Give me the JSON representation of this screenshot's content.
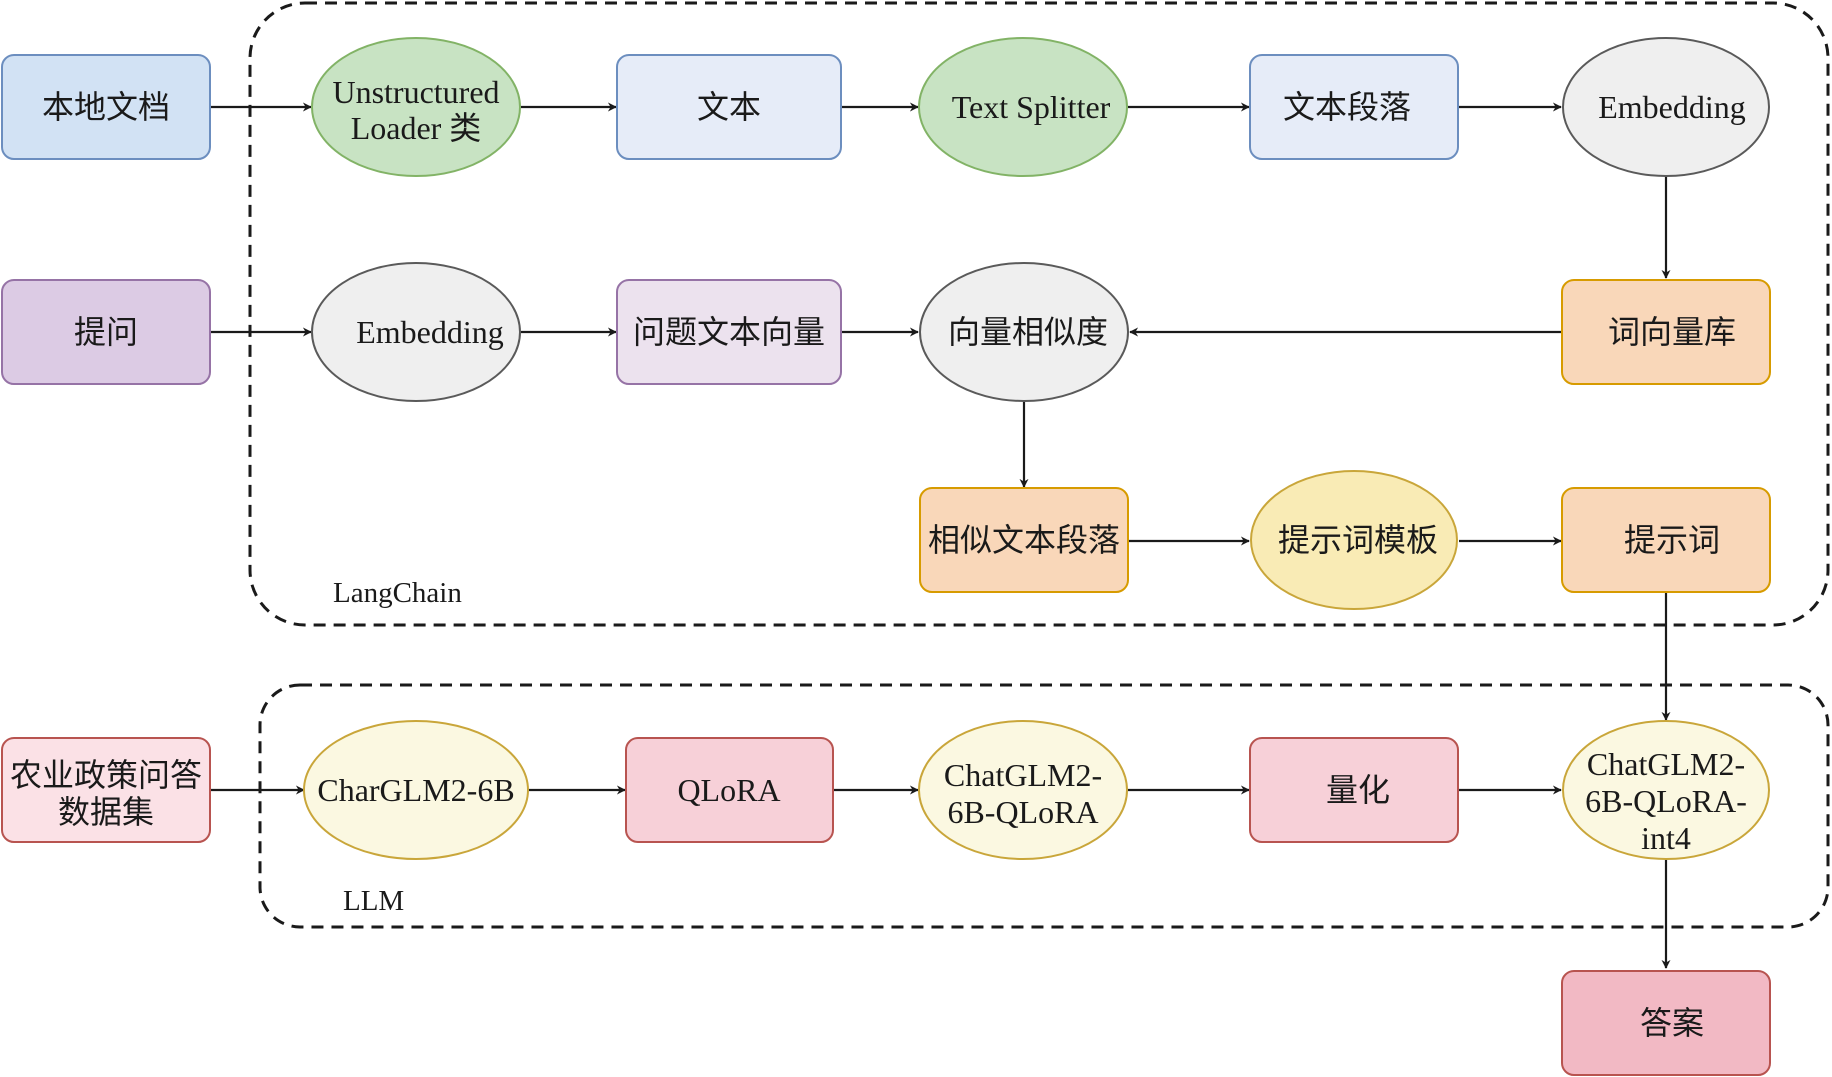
{
  "groups": {
    "langchain": {
      "label": "LangChain"
    },
    "llm": {
      "label": "LLM"
    }
  },
  "nodes": {
    "local_docs": {
      "label": "本地文档"
    },
    "unstructured_loader": {
      "line1": "Unstructured",
      "line2": "Loader 类"
    },
    "text": {
      "label": "文本"
    },
    "text_splitter": {
      "label": "Text Splitter"
    },
    "text_paragraphs": {
      "label": "文本段落"
    },
    "embedding_top": {
      "label": "Embedding"
    },
    "question": {
      "label": "提问"
    },
    "embedding_mid": {
      "label": "Embedding"
    },
    "question_vector": {
      "label": "问题文本向量"
    },
    "vector_similarity": {
      "label": "向量相似度"
    },
    "vector_store": {
      "label": "词向量库"
    },
    "similar_paragraphs": {
      "label": "相似文本段落"
    },
    "prompt_template": {
      "label": "提示词模板"
    },
    "prompt": {
      "label": "提示词"
    },
    "dataset": {
      "line1": "农业政策问答",
      "line2": "数据集"
    },
    "charglm": {
      "label": "CharGLM2-6B"
    },
    "qlora": {
      "label": "QLoRA"
    },
    "chatglm_qlora": {
      "line1": "ChatGLM2-",
      "line2": "6B-QLoRA"
    },
    "quantization": {
      "label": "量化"
    },
    "chatglm_int4": {
      "line1": "ChatGLM2-",
      "line2": "6B-QLoRA-",
      "line3": "int4"
    },
    "answer": {
      "label": "答案"
    }
  },
  "colors": {
    "blue_fill": "#d2e2f4",
    "blue_stroke": "#6c8ebf",
    "light_blue_fill": "#e6ecf8",
    "green_fill": "#c8e3c3",
    "green_stroke": "#82b366",
    "gray_fill": "#efefef",
    "gray_stroke": "#5a5a5a",
    "purple_fill": "#dccbe4",
    "purple_stroke": "#9673a6",
    "light_purple_fill": "#ece2ee",
    "orange_fill": "#f9d7b9",
    "orange_stroke": "#d79b00",
    "yellow_fill": "#f9ebb5",
    "yellow_stroke": "#c9a63a",
    "cream_fill": "#fbf8e1",
    "pink_fill": "#fbe1e6",
    "pink_stroke": "#b85450",
    "rose_fill": "#f7d0d8",
    "answer_fill": "#f2b9c4"
  }
}
